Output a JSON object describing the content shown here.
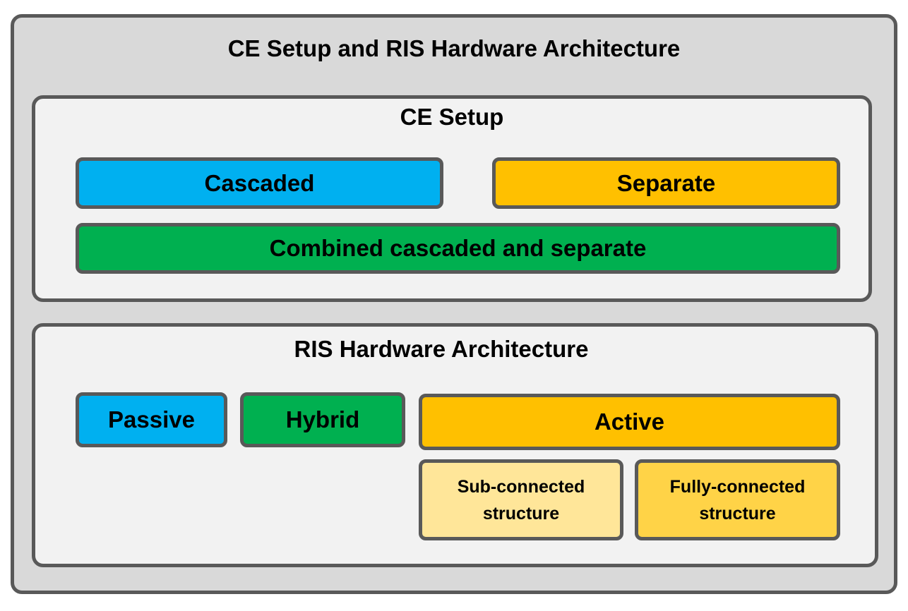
{
  "title": "CE Setup and RIS Hardware Architecture",
  "ce_setup": {
    "title": "CE Setup",
    "cascaded": "Cascaded",
    "separate": "Separate",
    "combined": "Combined cascaded and separate"
  },
  "ris_hardware": {
    "title": "RIS Hardware Architecture",
    "passive": "Passive",
    "hybrid": "Hybrid",
    "active": "Active",
    "sub_connected": "Sub-connected structure",
    "fully_connected": "Fully-connected structure"
  },
  "colors": {
    "blue": "#00b0f0",
    "orange": "#ffc000",
    "green": "#00b050",
    "light_yellow": "#ffe699",
    "mid_yellow": "#ffd347",
    "border": "#595959"
  }
}
